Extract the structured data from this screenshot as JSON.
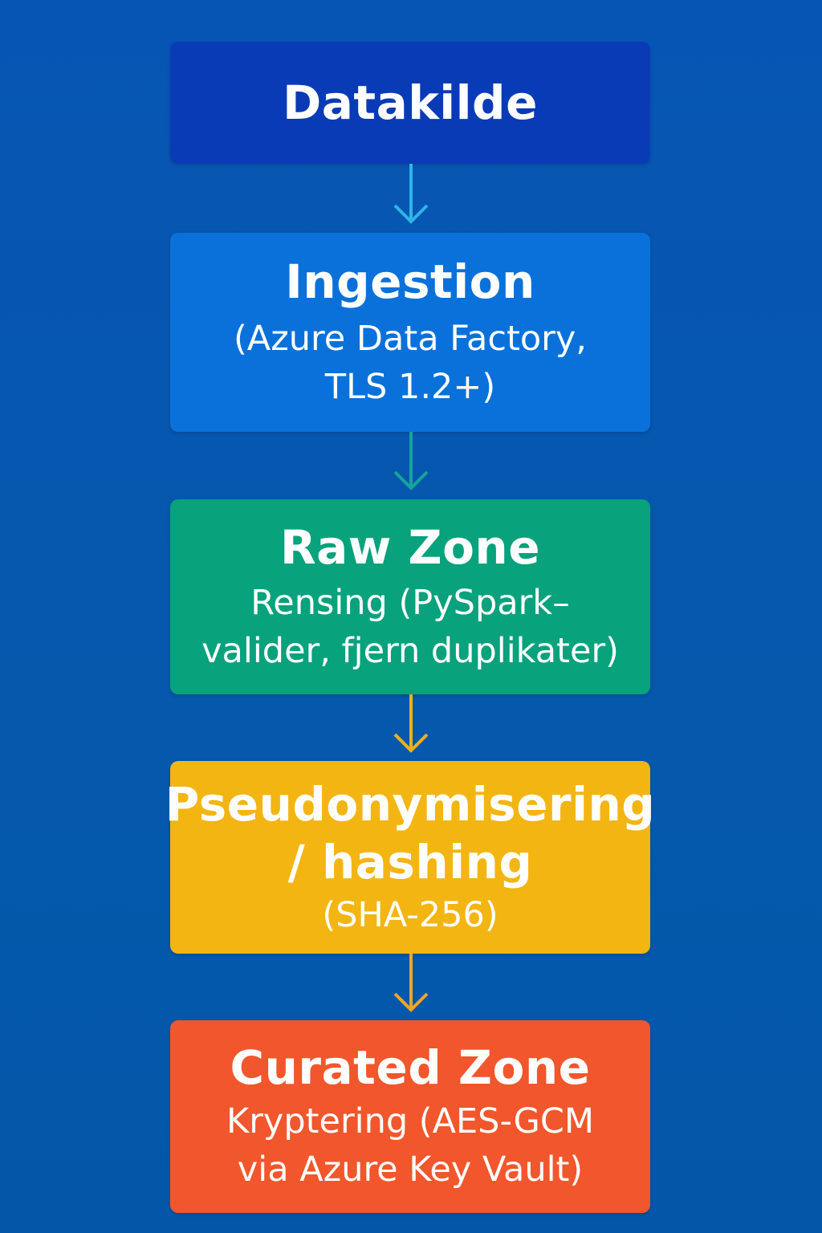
{
  "flow": {
    "steps": [
      {
        "title": "Datakilde",
        "lines": [],
        "color": "#0a3bb6"
      },
      {
        "title": "Ingestion",
        "lines": [
          "(Azure Data Factory,",
          "TLS 1.2+)"
        ],
        "color": "#0a71da"
      },
      {
        "title": "Raw Zone",
        "lines": [
          "Rensing (PySpark–",
          "valider, fjern duplikater)"
        ],
        "color": "#08a27c"
      },
      {
        "title_lines": [
          "Pseudonymisering",
          "/ hashing"
        ],
        "lines": [
          "(SHA-256)"
        ],
        "color": "#f3b512"
      },
      {
        "title": "Curated Zone",
        "lines": [
          "Kryptering (AES-GCM",
          "via Azure Key Vault)"
        ],
        "color": "#f1562c"
      }
    ],
    "arrow_colors": [
      "#2fb5e6",
      "#17a39a",
      "#f0b117",
      "#f0a62a"
    ]
  }
}
